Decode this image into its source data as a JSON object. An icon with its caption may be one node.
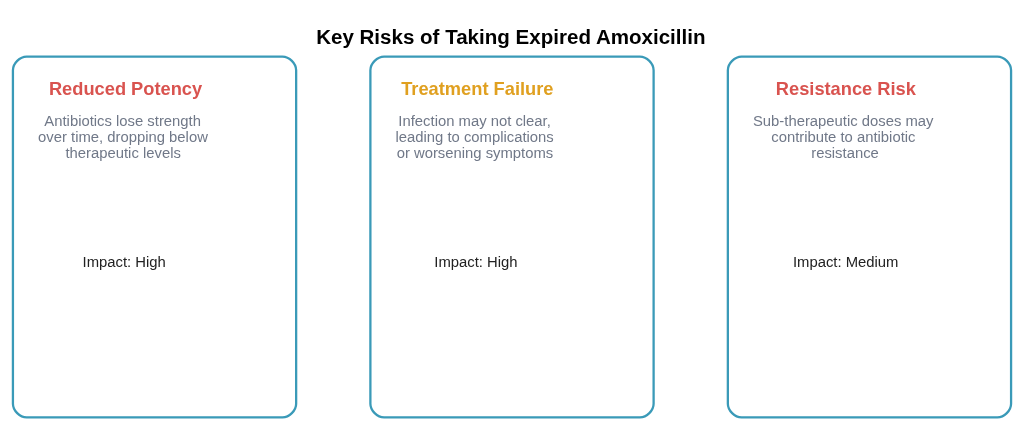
{
  "diagram": {
    "title": "Key Risks of Taking Expired Amoxicillin",
    "nodes": [
      {
        "text": [
          "Reduced Potency",
          "Antibiotics lose strength over time, dropping below therapeutic levels",
          "Impact: High"
        ]
      },
      {
        "text": [
          "Treatment Failure",
          "Infection may not clear, leading to complications or worsening symptoms",
          "Impact: High"
        ]
      },
      {
        "text": [
          "Resistance Risk",
          "Sub-therapeutic doses may contribute to antibiotic resistance",
          "Impact: Medium"
        ]
      }
    ],
    "edges": []
  }
}
